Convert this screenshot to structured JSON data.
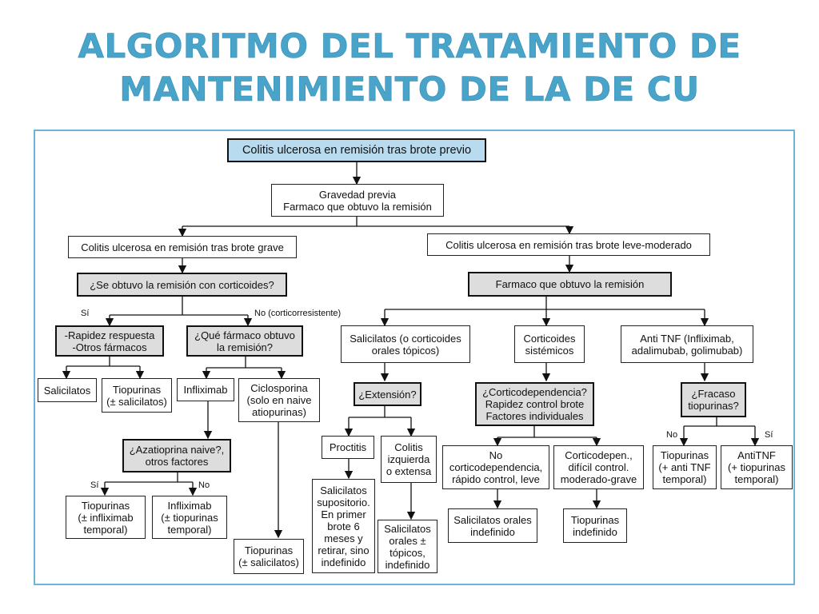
{
  "title": {
    "line1": "ALGORITMO DEL TRATAMIENTO DE",
    "line2": "MANTENIMIENTO DE LA DE CU"
  },
  "nodes": {
    "root": "Colitis ulcerosa en remisión tras brote previo",
    "gravedad": "Gravedad previa\nFarmaco que obtuvo la remisión",
    "grave": "Colitis ulcerosa en remisión tras brote grave",
    "leve": "Colitis ulcerosa en remisión tras brote leve-moderado",
    "corticoides_q": "¿Se obtuvo la remisión con corticoides?",
    "farmaco_leve": "Farmaco que obtuvo la remisión",
    "rapidez": "-Rapidez respuesta\n-Otros fármacos",
    "que_farmaco": "¿Qué fármaco obtuvo\nla remisión?",
    "salicilatos_o": "Salicilatos (o corticoides\norales tópicos)",
    "corticoides_sist": "Corticoides\nsistémicos",
    "anti_tnf": "Anti TNF (Infliximab,\nadalimubab, golimubab)",
    "salicilatos": "Salicilatos",
    "tiopurinas_sal": "Tiopurinas\n(± salicilatos)",
    "infliximab": "Infliximab",
    "ciclosporina": "Ciclosporina\n(solo en naive\natiopurinas)",
    "extension": "¿Extensión?",
    "corticodependencia": "¿Corticodependencia?\nRapidez control brote\nFactores individuales",
    "fracaso": "¿Fracaso\ntiopurinas?",
    "azatioprina": "¿Azatioprina naive?,\notros factores",
    "proctitis": "Proctitis",
    "colitis_izq": "Colitis\nizquierda\no extensa",
    "no_cortico": "No\ncorticodependencia,\nrápido control, leve",
    "corticodepen": "Corticodepen.,\ndifícil control.\nmoderado-grave",
    "tiopurinas_anti": "Tiopurinas\n(+ anti TNF\ntemporal)",
    "antitnf_tio": "AntiTNF\n(+ tiopurinas\ntemporal)",
    "tiopurinas_inflix": "Tiopurinas\n(± infliximab\ntemporal)",
    "infliximab_tio": "Infliximab\n(± tiopurinas\ntemporal)",
    "sal_supositorio": "Salicilatos\nsupositorio.\nEn primer\nbrote 6\nmeses y\nretirar, sino\nindefinido",
    "sal_orales_topicos": "Salicilatos\norales ±\ntópicos,\nindefinido",
    "sal_orales_indef": "Salicilatos orales\nindefinido",
    "tiopurinas_indef": "Tiopurinas\nindefinido",
    "tiopurinas_sal2": "Tiopurinas\n(± salicilatos)"
  },
  "labels": {
    "si1": "Sí",
    "no1": "No (corticorresistente)",
    "si2": "Sí",
    "no2": "No",
    "no3": "No",
    "si3": "Sí"
  }
}
